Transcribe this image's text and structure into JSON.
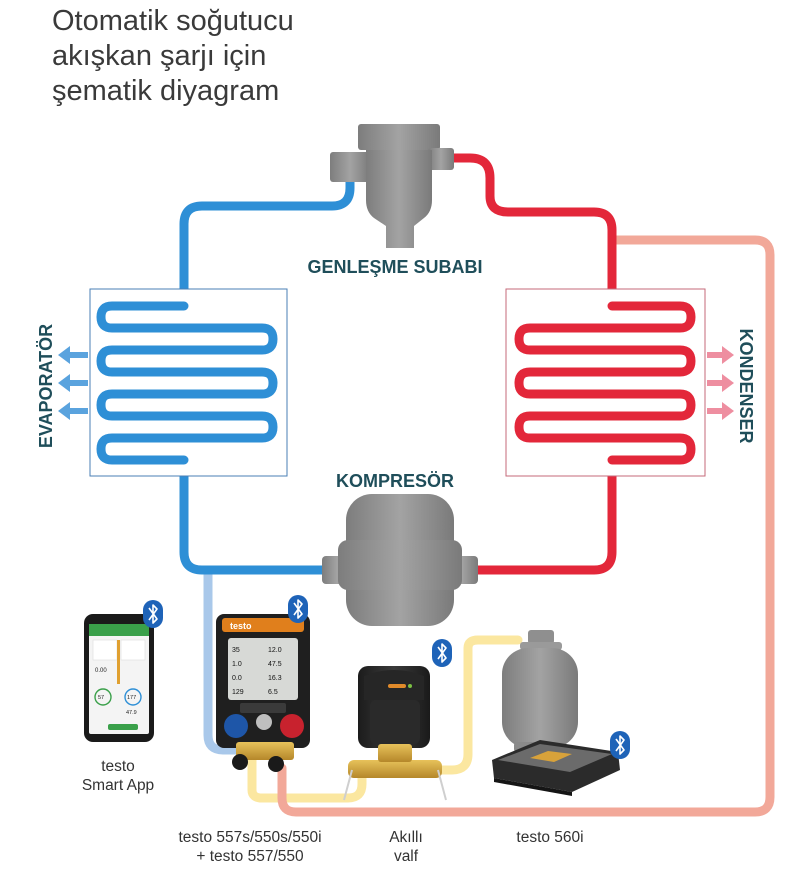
{
  "title_lines": [
    "Otomatik soğutucu",
    "akışkan şarjı için",
    "şematik diyagram"
  ],
  "labels": {
    "expansion_valve": "GENLEŞME SUBABI",
    "evaporator": "EVAPORATÖR",
    "condenser": "KONDENSER",
    "compressor": "KOMPRESÖR"
  },
  "captions": {
    "smart_app": [
      "testo",
      "Smart App"
    ],
    "manifold": [
      "testo 557s/550s/550i",
      "+ testo 557/550"
    ],
    "smart_valve": [
      "Akıllı",
      "valf"
    ],
    "scale": [
      "testo 560i"
    ]
  },
  "manifold_display": [
    "35",
    "12.0",
    "1.0",
    "47.5",
    "0.0",
    "16.3",
    "129",
    "6.5"
  ],
  "phone_display": [
    "0.00",
    "57",
    "177",
    "47.9"
  ],
  "colors": {
    "cold_line": "#2e8fd6",
    "hot_line": "#e3273a",
    "liquid_line": "#f2a899",
    "suction_line": "#a9c8ea",
    "charge_line": "#fbe7a0",
    "component_gray": "#8a8a8a",
    "label_text": "#1f4e5a",
    "bluetooth": "#1e63b8"
  },
  "icons": [
    "bluetooth-icon",
    "airflow-arrow-icon"
  ]
}
